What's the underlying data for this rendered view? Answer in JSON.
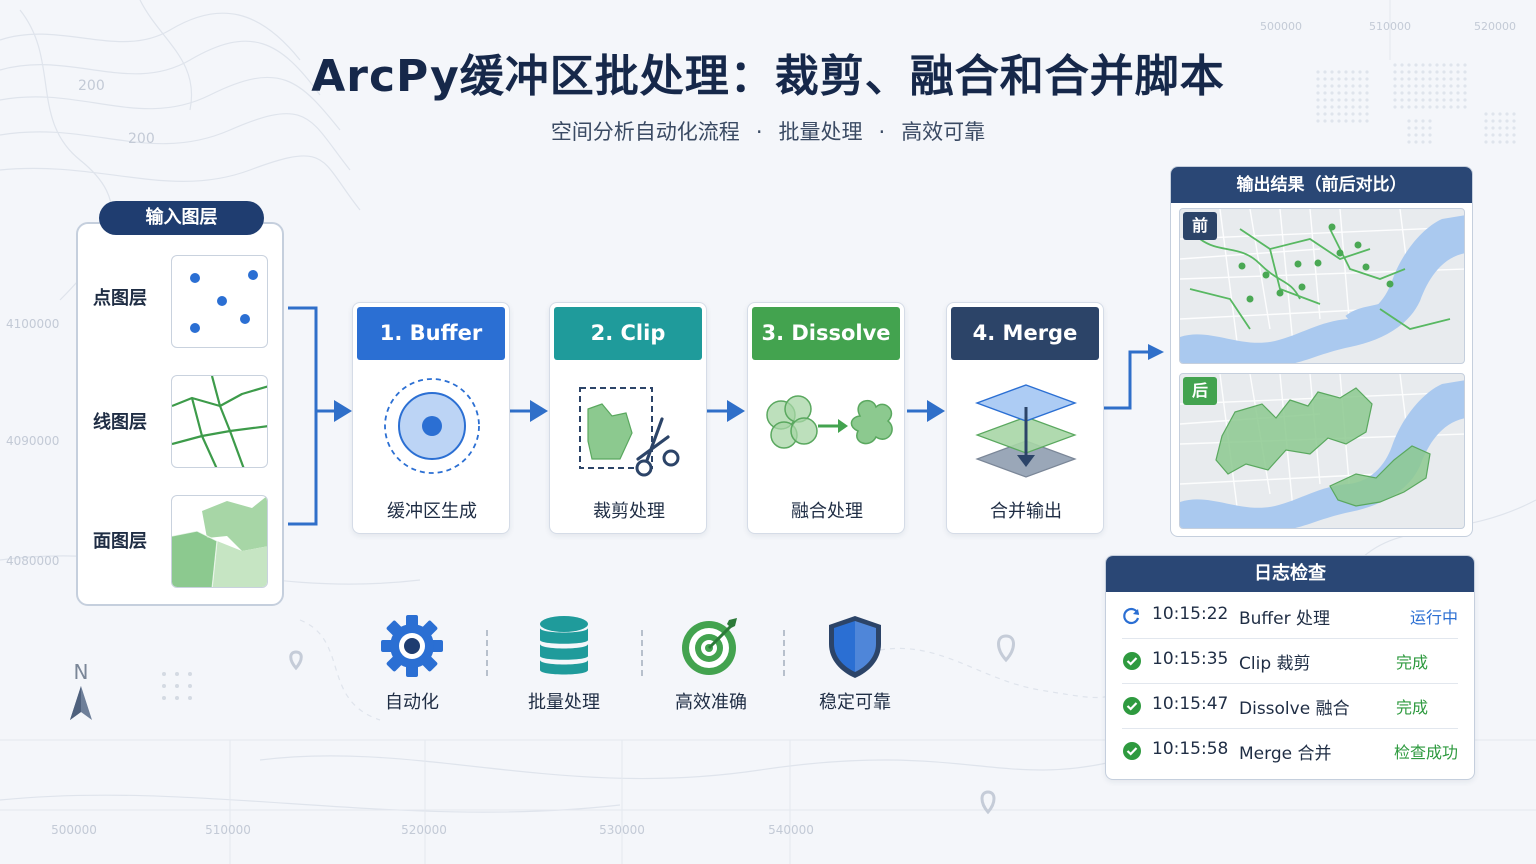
{
  "title": "ArcPy缓冲区批处理：裁剪、融合和合并脚本",
  "subtitle": [
    "空间分析自动化流程",
    "批量处理",
    "高效可靠"
  ],
  "subtitle_separator": "·",
  "input_panel": {
    "title": "输入图层",
    "layers": [
      "点图层",
      "线图层",
      "面图层"
    ]
  },
  "steps": [
    {
      "header": "1. Buffer",
      "caption": "缓冲区生成",
      "color": "#2b6fd3",
      "icon": "buffer-circle-icon"
    },
    {
      "header": "2. Clip",
      "caption": "裁剪处理",
      "color": "#1f9b9b",
      "icon": "scissors-clip-icon"
    },
    {
      "header": "3. Dissolve",
      "caption": "融合处理",
      "color": "#43a34f",
      "icon": "dissolve-merge-icon"
    },
    {
      "header": "4. Merge",
      "caption": "合并输出",
      "color": "#2c4468",
      "icon": "layers-stack-icon"
    }
  ],
  "output_panel": {
    "title": "输出结果（前后对比）",
    "before_label": "前",
    "after_label": "后"
  },
  "log_panel": {
    "title": "日志检查",
    "rows": [
      {
        "time": "10:15:22",
        "task": "Buffer 处理",
        "status": "运行中",
        "state": "running",
        "status_color": "#2b6fd3"
      },
      {
        "time": "10:15:35",
        "task": "Clip 裁剪",
        "status": "完成",
        "state": "done",
        "status_color": "#2e9a3f"
      },
      {
        "time": "10:15:47",
        "task": "Dissolve 融合",
        "status": "完成",
        "state": "done",
        "status_color": "#2e9a3f"
      },
      {
        "time": "10:15:58",
        "task": "Merge 合并",
        "status": "检查成功",
        "state": "done",
        "status_color": "#2e9a3f"
      }
    ]
  },
  "features": [
    {
      "label": "自动化",
      "icon": "gear-icon"
    },
    {
      "label": "批量处理",
      "icon": "database-icon"
    },
    {
      "label": "高效准确",
      "icon": "target-icon"
    },
    {
      "label": "稳定可靠",
      "icon": "shield-icon"
    }
  ],
  "compass_label": "N",
  "background_coords": {
    "x_ticks": [
      "500000",
      "510000",
      "520000",
      "530000",
      "540000"
    ],
    "y_ticks": [
      "4100000",
      "4090000",
      "4080000"
    ],
    "contour_labels": [
      "200",
      "200"
    ],
    "top_right_ticks": [
      "500000",
      "510000",
      "520000"
    ]
  },
  "colors": {
    "navy": "#1f3d70",
    "blue": "#2b6fd3",
    "teal": "#1f9b9b",
    "green": "#43a34f",
    "slate": "#2c4468",
    "arrow": "#2f6fc9"
  }
}
